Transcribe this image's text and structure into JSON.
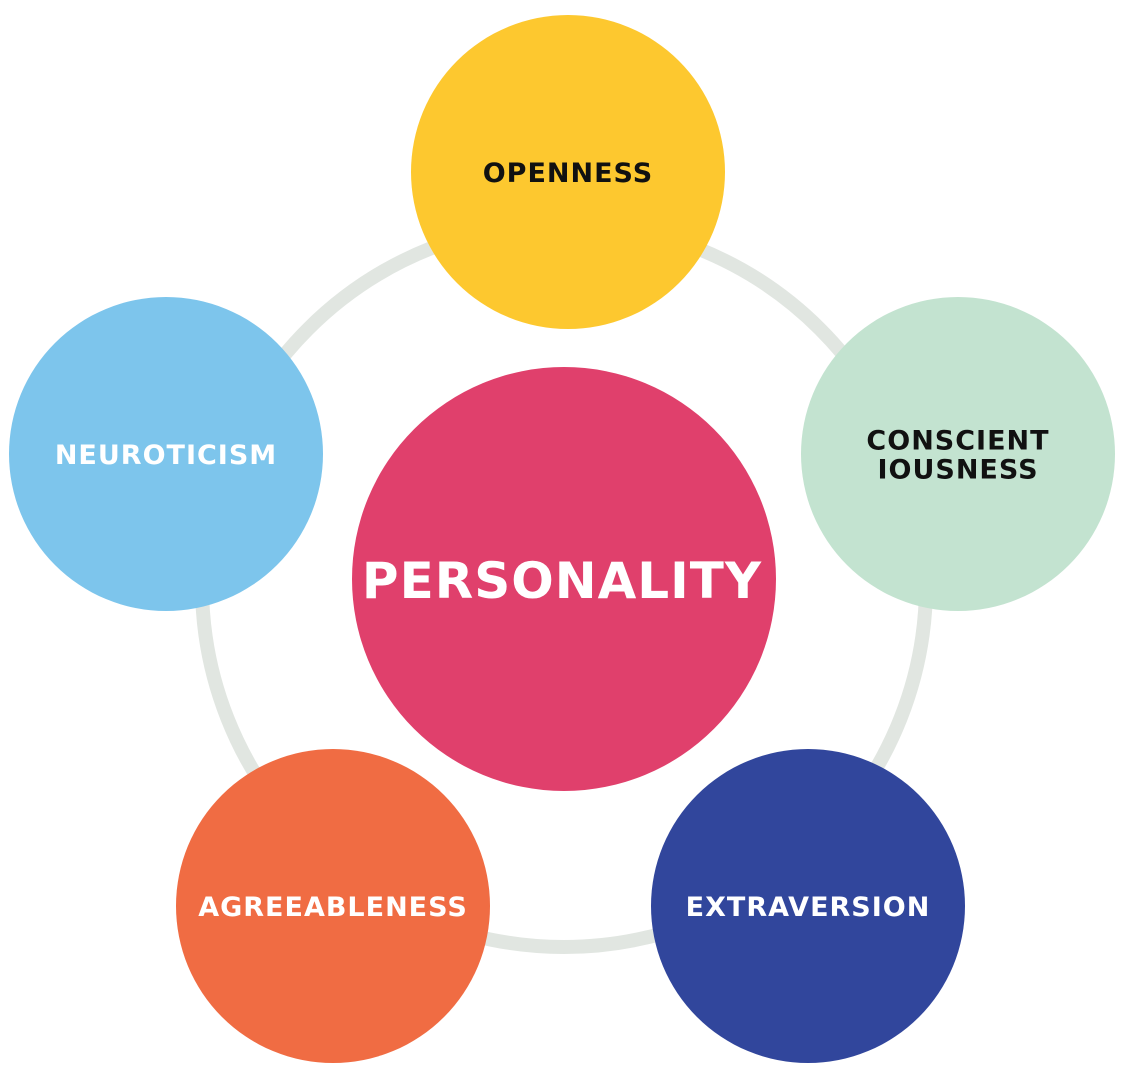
{
  "center": {
    "label": "PERSONALITY",
    "color": "#E0406C",
    "text_color": "#FFFFFF"
  },
  "ring_color": "#E1E6E1",
  "traits": [
    {
      "id": "openness",
      "lines": [
        "OPENNESS"
      ],
      "color": "#FDC82F",
      "text_color": "#111111"
    },
    {
      "id": "conscientiousness",
      "lines": [
        "CONSCIENT",
        "IOUSNESS"
      ],
      "color": "#C3E3D0",
      "text_color": "#111111"
    },
    {
      "id": "extraversion",
      "lines": [
        "EXTRAVERSION"
      ],
      "color": "#31469C",
      "text_color": "#FFFFFF"
    },
    {
      "id": "agreeableness",
      "lines": [
        "AGREEABLENESS"
      ],
      "color": "#F06C43",
      "text_color": "#FFFFFF"
    },
    {
      "id": "neuroticism",
      "lines": [
        "NEUROTICISM"
      ],
      "color": "#7DC5EC",
      "text_color": "#FFFFFF"
    }
  ]
}
